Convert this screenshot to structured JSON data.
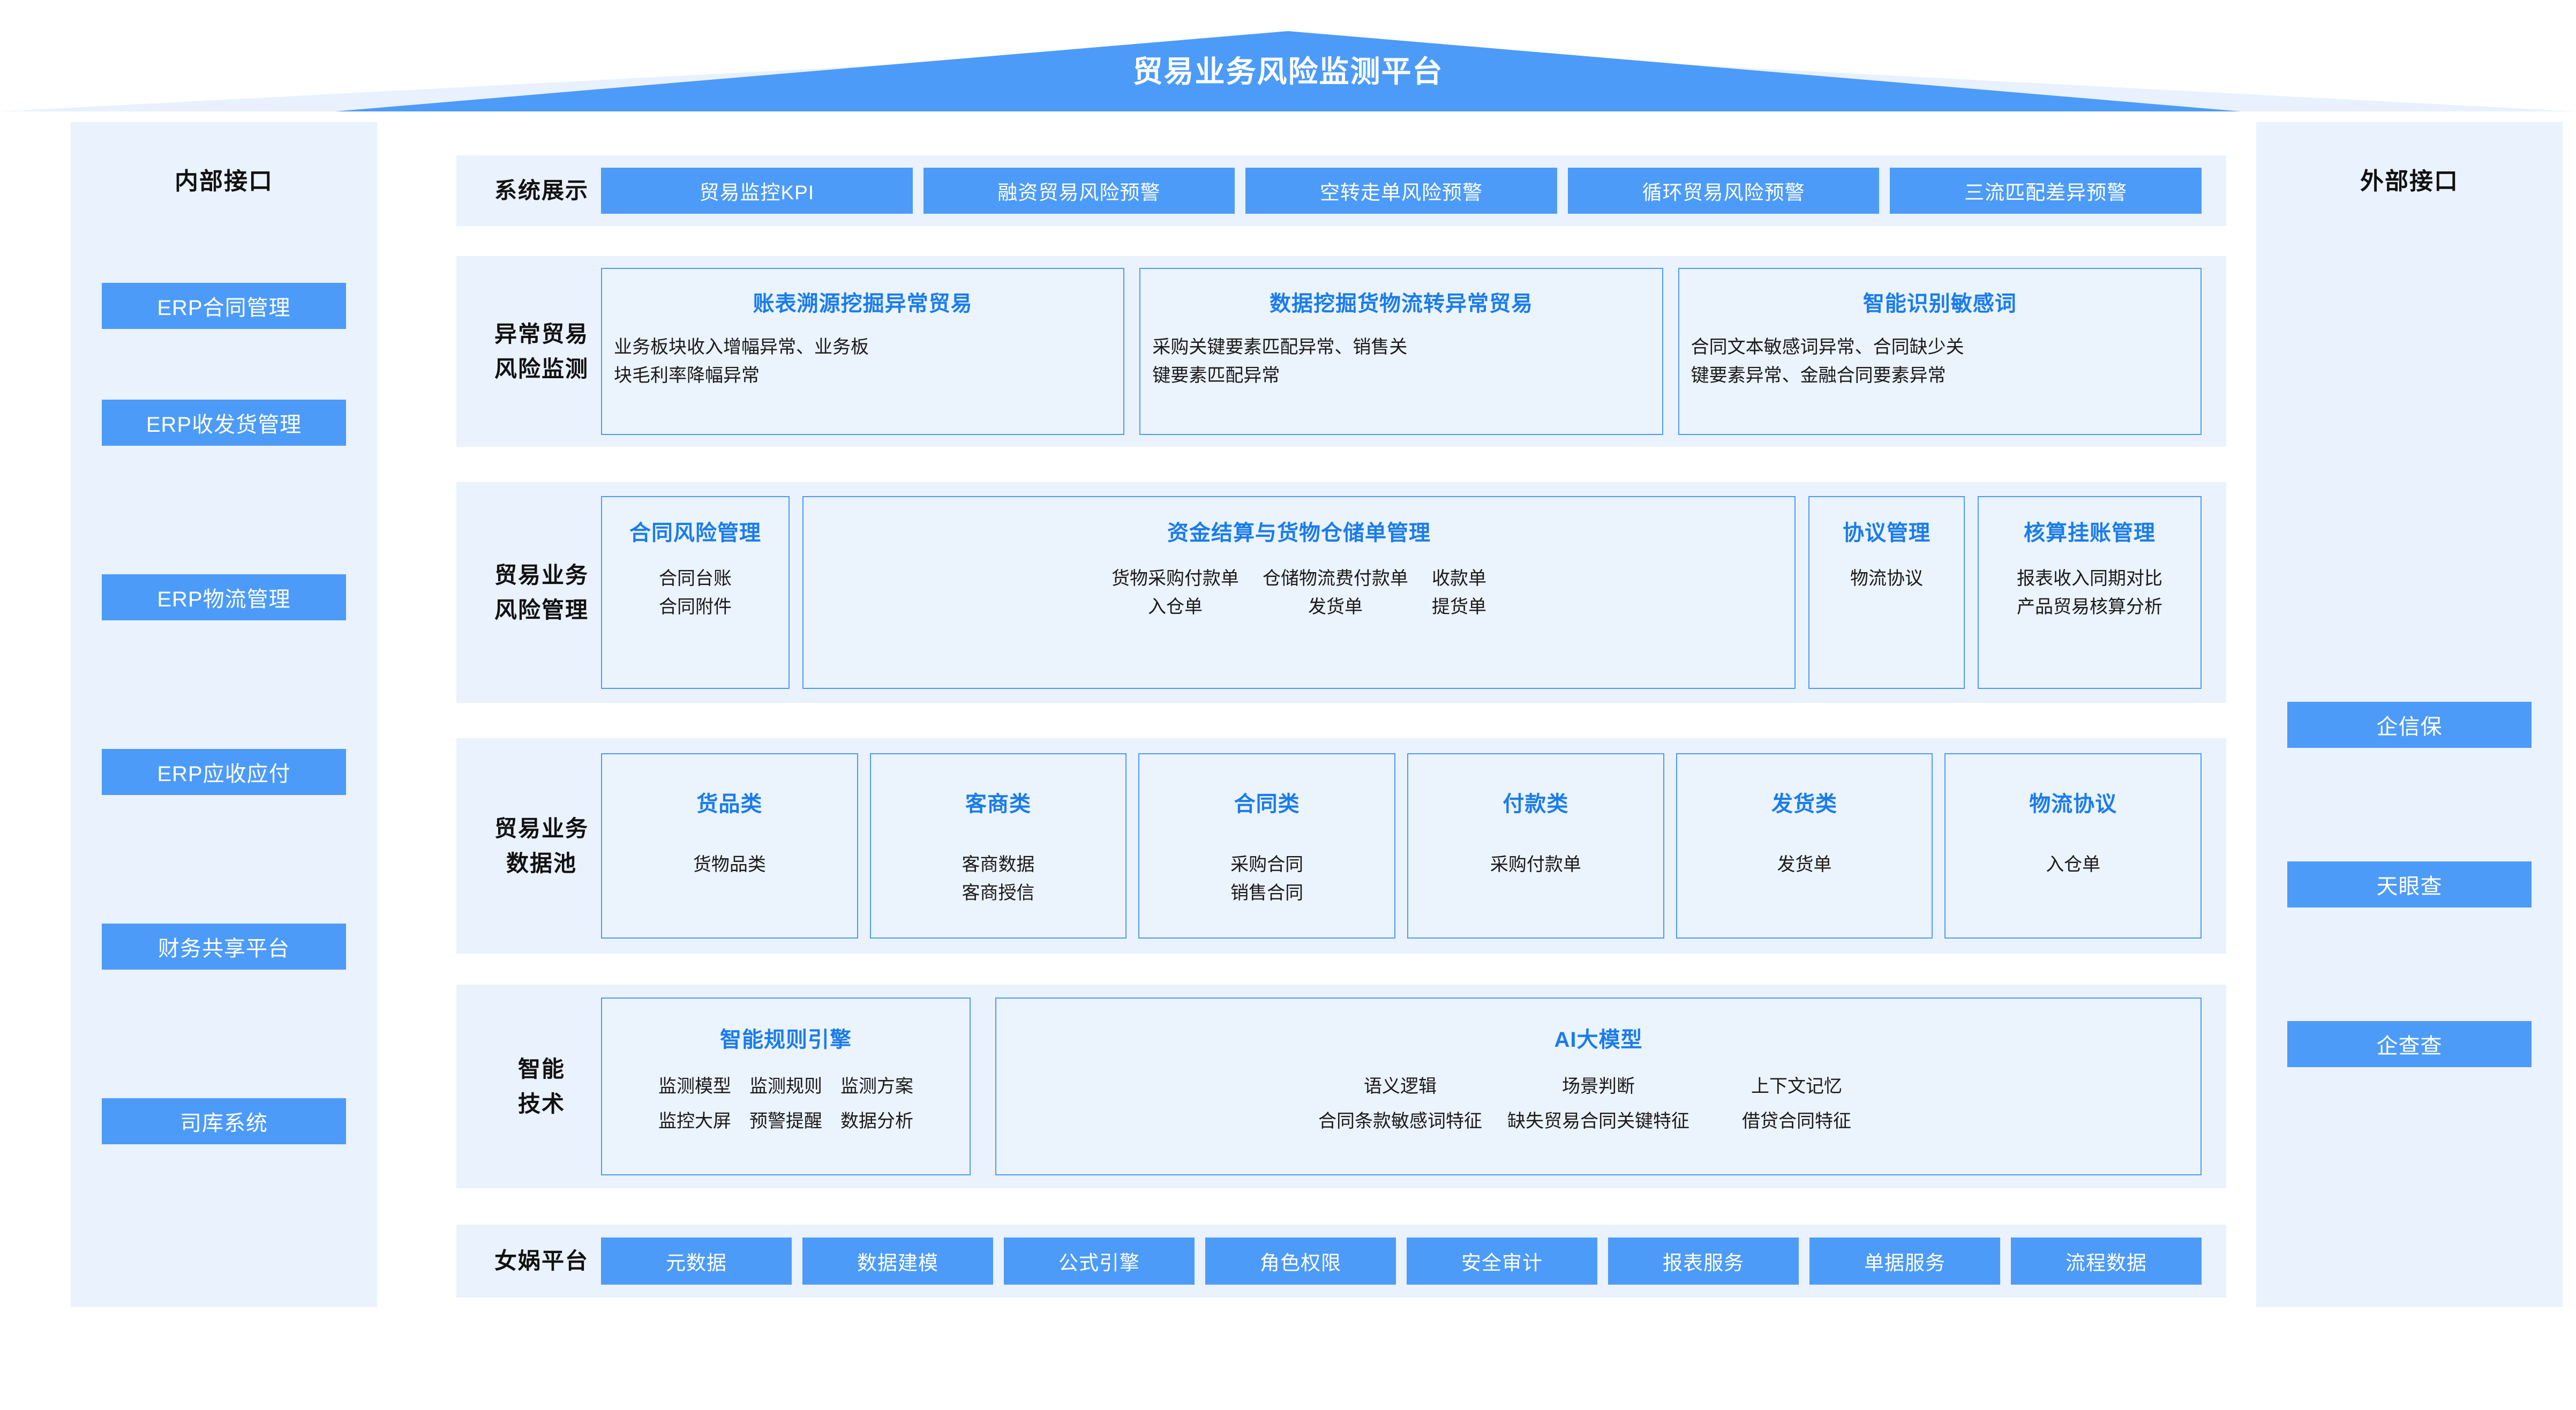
{
  "banner": {
    "title": "贸易业务风险监测平台"
  },
  "left_panel": {
    "title": "内部接口",
    "items": [
      {
        "label": "ERP合同管理"
      },
      {
        "label": "ERP收发货管理"
      },
      {
        "label": "ERP物流管理"
      },
      {
        "label": "ERP应收应付"
      },
      {
        "label": "财务共享平台"
      },
      {
        "label": "司库系统"
      }
    ]
  },
  "right_panel": {
    "title": "外部接口",
    "items": [
      {
        "label": "企信保"
      },
      {
        "label": "天眼查"
      },
      {
        "label": "企查查"
      }
    ]
  },
  "rows": {
    "system_display": {
      "label_lines": [
        "系统展示"
      ],
      "buttons": [
        {
          "label": "贸易监控KPI"
        },
        {
          "label": "融资贸易风险预警"
        },
        {
          "label": "空转走单风险预警"
        },
        {
          "label": "循环贸易风险预警"
        },
        {
          "label": "三流匹配差异预警"
        }
      ]
    },
    "abnormal_trade": {
      "label_lines": [
        "异常贸易",
        "风险监测"
      ],
      "cards": [
        {
          "title": "账表溯源挖掘异常贸易",
          "lines": [
            "业务板块收入增幅异常、业务板",
            "块毛利率降幅异常"
          ]
        },
        {
          "title": "数据挖掘货物流转异常贸易",
          "lines": [
            "采购关键要素匹配异常、销售关",
            "键要素匹配异常"
          ]
        },
        {
          "title": "智能识别敏感词",
          "lines": [
            "合同文本敏感词异常、合同缺少关",
            "键要素异常、金融合同要素异常"
          ]
        }
      ]
    },
    "trade_risk_mgmt": {
      "label_lines": [
        "贸易业务",
        "风险管理"
      ],
      "cards": [
        {
          "title": "合同风险管理",
          "columns": [
            [
              "合同台账",
              "合同附件"
            ]
          ]
        },
        {
          "title": "资金结算与货物仓储单管理",
          "columns": [
            [
              "货物采购付款单",
              "入仓单"
            ],
            [
              "仓储物流费付款单",
              "发货单"
            ],
            [
              "收款单",
              "提货单"
            ]
          ]
        },
        {
          "title": "协议管理",
          "columns": [
            [
              "物流协议"
            ]
          ]
        },
        {
          "title": "核算挂账管理",
          "columns": [
            [
              "报表收入同期对比",
              "产品贸易核算分析"
            ]
          ]
        }
      ]
    },
    "data_pool": {
      "label_lines": [
        "贸易业务",
        "数据池"
      ],
      "cards": [
        {
          "title": "货品类",
          "lines": [
            "货物品类"
          ]
        },
        {
          "title": "客商类",
          "lines": [
            "客商数据",
            "客商授信"
          ]
        },
        {
          "title": "合同类",
          "lines": [
            "采购合同",
            "销售合同"
          ]
        },
        {
          "title": "付款类",
          "lines": [
            "采购付款单"
          ]
        },
        {
          "title": "发货类",
          "lines": [
            "发货单"
          ]
        },
        {
          "title": "物流协议",
          "lines": [
            "入仓单"
          ]
        }
      ]
    },
    "intelligent_tech": {
      "label_lines": [
        "智能",
        "技术"
      ],
      "cards": [
        {
          "title": "智能规则引擎",
          "cells": [
            "监测模型",
            "监测规则",
            "监测方案",
            "监控大屏",
            "预警提醒",
            "数据分析"
          ]
        },
        {
          "title": "AI大模型",
          "cells": [
            "语义逻辑",
            "场景判断",
            "上下文记忆",
            "合同条款敏感词特征",
            "缺失贸易合同关键特征",
            "借贷合同特征"
          ]
        }
      ]
    },
    "nuwa_platform": {
      "label_lines": [
        "女娲平台"
      ],
      "buttons": [
        {
          "label": "元数据"
        },
        {
          "label": "数据建模"
        },
        {
          "label": "公式引擎"
        },
        {
          "label": "角色权限"
        },
        {
          "label": "安全审计"
        },
        {
          "label": "报表服务"
        },
        {
          "label": "单据服务"
        },
        {
          "label": "流程数据"
        }
      ]
    }
  },
  "colors": {
    "accent_blue": "#4d9bf8",
    "panel_bg": "#eaf2fd",
    "card_title": "#1a7ceb",
    "text_dark": "#1a1a1a"
  }
}
